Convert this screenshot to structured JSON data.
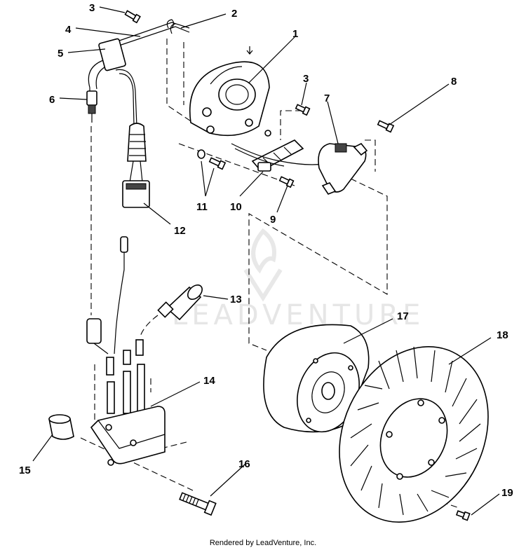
{
  "watermark": "LEADVENTURE",
  "footer": "Rendered by LeadVenture, Inc.",
  "callouts": [
    {
      "id": "c3a",
      "label": "3"
    },
    {
      "id": "c2",
      "label": "2"
    },
    {
      "id": "c4",
      "label": "4"
    },
    {
      "id": "c5",
      "label": "5"
    },
    {
      "id": "c1",
      "label": "1"
    },
    {
      "id": "c3b",
      "label": "3"
    },
    {
      "id": "c8",
      "label": "8"
    },
    {
      "id": "c6",
      "label": "6"
    },
    {
      "id": "c7",
      "label": "7"
    },
    {
      "id": "c11",
      "label": "11"
    },
    {
      "id": "c10",
      "label": "10"
    },
    {
      "id": "c9",
      "label": "9"
    },
    {
      "id": "c12",
      "label": "12"
    },
    {
      "id": "c13",
      "label": "13"
    },
    {
      "id": "c17",
      "label": "17"
    },
    {
      "id": "c18",
      "label": "18"
    },
    {
      "id": "c14",
      "label": "14"
    },
    {
      "id": "c15",
      "label": "15"
    },
    {
      "id": "c16",
      "label": "16"
    },
    {
      "id": "c19",
      "label": "19"
    }
  ]
}
